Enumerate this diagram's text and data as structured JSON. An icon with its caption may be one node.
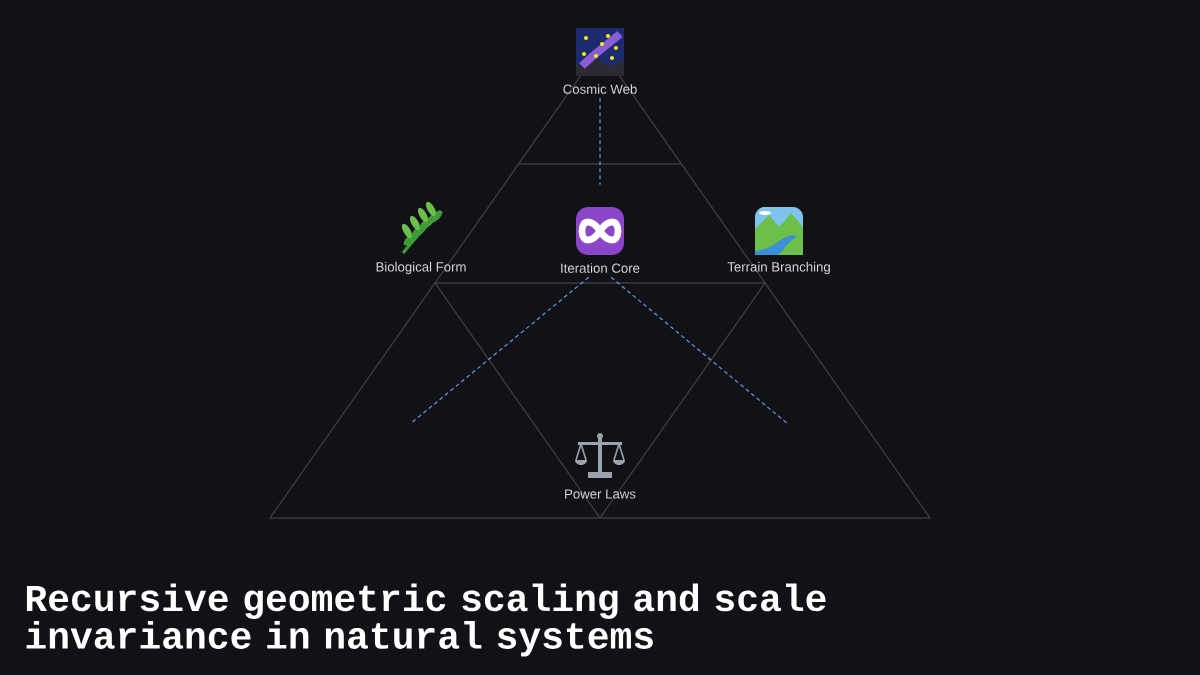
{
  "diagram": {
    "title": "Recursive geometric scaling and scale invariance in natural systems",
    "nodes": [
      {
        "text": [
          "Cosmic Web"
        ]
      },
      {
        "text": [
          "Biological Form"
        ]
      },
      {
        "text": [
          "Iteration Core"
        ]
      },
      {
        "text": [
          "Terrain Branching"
        ]
      },
      {
        "text": [
          "Power Laws"
        ]
      }
    ],
    "edges": [
      {
        "from": 0,
        "to": 2,
        "arrow": "none",
        "style": "dashed"
      },
      {
        "from": 2,
        "to": null,
        "arrow": "none",
        "style": "dashed"
      },
      {
        "from": 2,
        "to": null,
        "arrow": "none",
        "style": "dashed"
      }
    ]
  }
}
